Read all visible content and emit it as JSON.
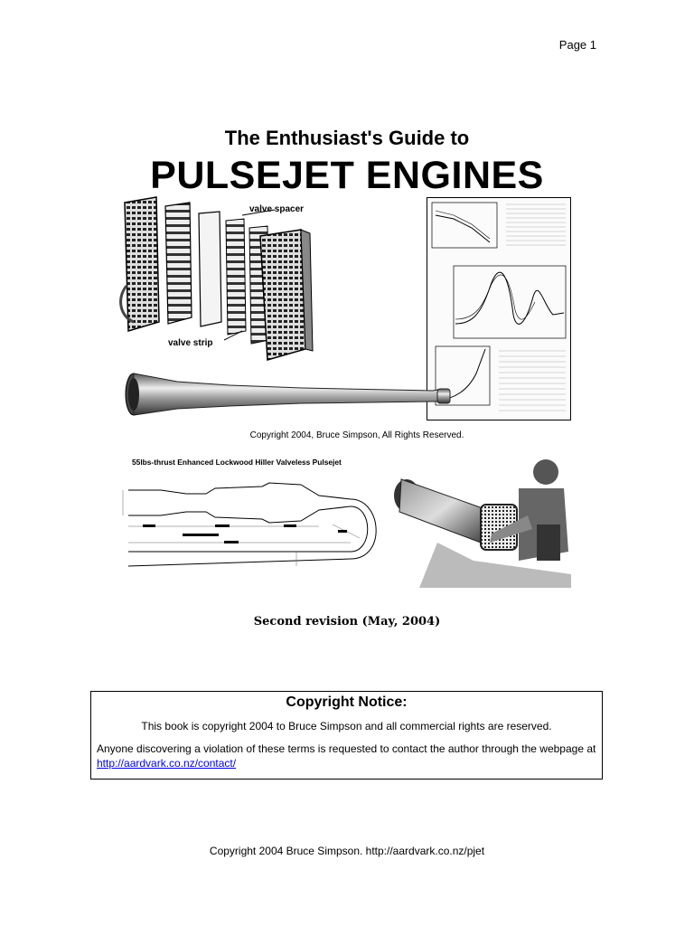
{
  "page": {
    "number_label": "Page 1"
  },
  "title": {
    "top_line": "The Enthusiast's Guide to",
    "main_line": "PULSEJET ENGINES"
  },
  "cover_figure": {
    "callout_valve_spacer": "valve spacer",
    "callout_valve_strip": "valve strip",
    "caption": "Copyright 2004, Bruce Simpson, All Rights Reserved."
  },
  "diagram": {
    "title": "55lbs-thrust Enhanced Lockwood Hiller Valveless Pulsejet"
  },
  "revision": "Second revision (May, 2004)",
  "notice": {
    "title": "Copyright Notice:",
    "line1": "This book is copyright 2004 to Bruce Simpson and all commercial rights are reserved.",
    "line2_text": "Anyone discovering a violation of these terms is requested to contact the author through the webpage at ",
    "line2_link": "http://aardvark.co.nz/contact/"
  },
  "footer": "Copyright 2004 Bruce Simpson. http://aardvark.co.nz/pjet"
}
